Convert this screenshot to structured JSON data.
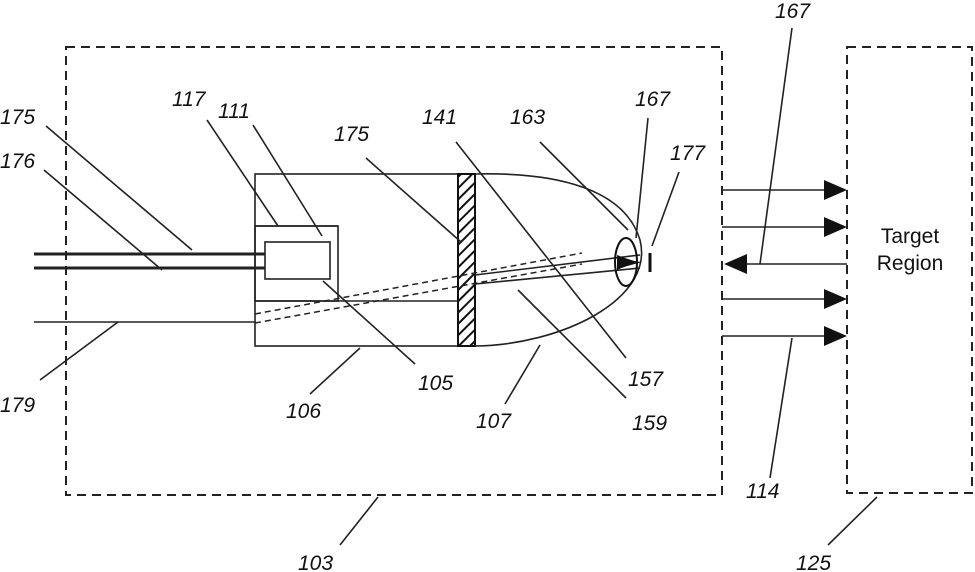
{
  "target_region": {
    "line1": "Target",
    "line2": "Region"
  },
  "labels": {
    "l103": "103",
    "l105": "105",
    "l106": "106",
    "l107": "107",
    "l111": "111",
    "l114": "114",
    "l117": "117",
    "l125": "125",
    "l141": "141",
    "l157": "157",
    "l159": "159",
    "l163": "163",
    "l167_top": "167",
    "l167_right": "167",
    "l175_left": "175",
    "l175_mid": "175",
    "l176": "176",
    "l177": "177",
    "l179": "179"
  }
}
